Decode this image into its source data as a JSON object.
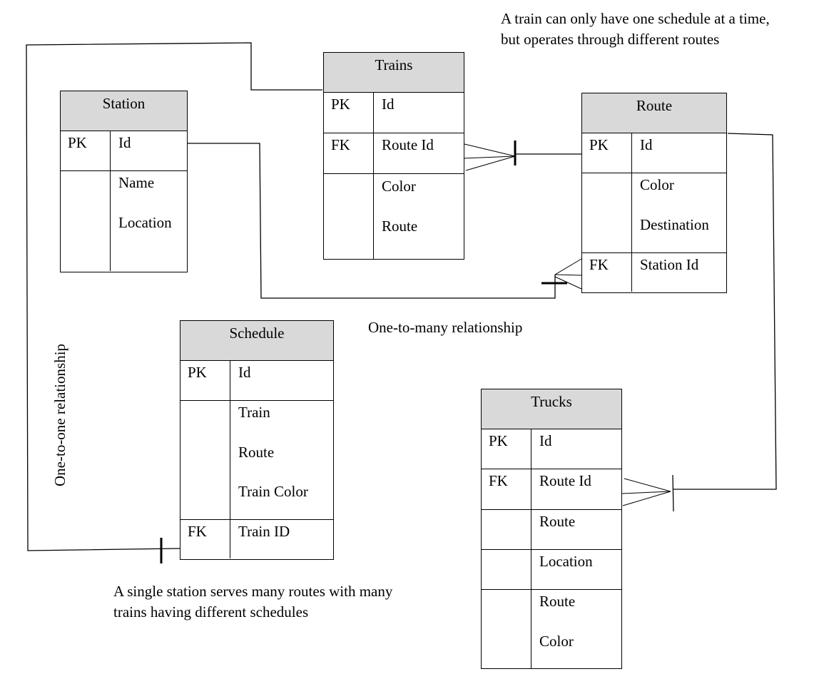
{
  "entities": {
    "station": {
      "title": "Station",
      "rows": [
        {
          "key": "PK",
          "fields": [
            "Id"
          ]
        },
        {
          "key": "",
          "fields": [
            "Name",
            "Location"
          ]
        }
      ]
    },
    "trains": {
      "title": "Trains",
      "rows": [
        {
          "key": "PK",
          "fields": [
            "Id"
          ]
        },
        {
          "key": "FK",
          "fields": [
            "Route Id"
          ]
        },
        {
          "key": "",
          "fields": [
            "Color",
            "Route"
          ]
        }
      ]
    },
    "route": {
      "title": "Route",
      "rows": [
        {
          "key": "PK",
          "fields": [
            "Id"
          ]
        },
        {
          "key": "",
          "fields": [
            "Color",
            "Destination"
          ]
        },
        {
          "key": "FK",
          "fields": [
            "Station Id"
          ]
        }
      ]
    },
    "schedule": {
      "title": "Schedule",
      "rows": [
        {
          "key": "PK",
          "fields": [
            "Id"
          ]
        },
        {
          "key": "",
          "fields": [
            "Train",
            "Route",
            "Train Color"
          ]
        },
        {
          "key": "FK",
          "fields": [
            "Train ID"
          ]
        }
      ]
    },
    "trucks": {
      "title": "Trucks",
      "rows": [
        {
          "key": "PK",
          "fields": [
            "Id"
          ]
        },
        {
          "key": "FK",
          "fields": [
            "Route Id"
          ]
        },
        {
          "key": "",
          "fields": [
            "Route"
          ]
        },
        {
          "key": "",
          "fields": [
            "Location"
          ]
        },
        {
          "key": "",
          "fields": [
            "Route",
            "Color"
          ]
        }
      ]
    }
  },
  "notes": {
    "train_schedule": "A train can only have one schedule at a time, but operates through different routes",
    "one_to_many": "One-to-many relationship",
    "one_to_one": "One-to-one relationship",
    "station_serves": "A single station serves many routes with many trains having different schedules"
  },
  "relationships": [
    {
      "from": "trains.Route Id",
      "to": "route.Id",
      "type": "many-to-one"
    },
    {
      "from": "route.Station Id",
      "to": "station.Id",
      "type": "many-to-one"
    },
    {
      "from": "trucks.Route Id",
      "to": "route.Id",
      "type": "many-to-one"
    },
    {
      "from": "schedule.Train ID",
      "to": "trains",
      "type": "one-to-one"
    }
  ]
}
